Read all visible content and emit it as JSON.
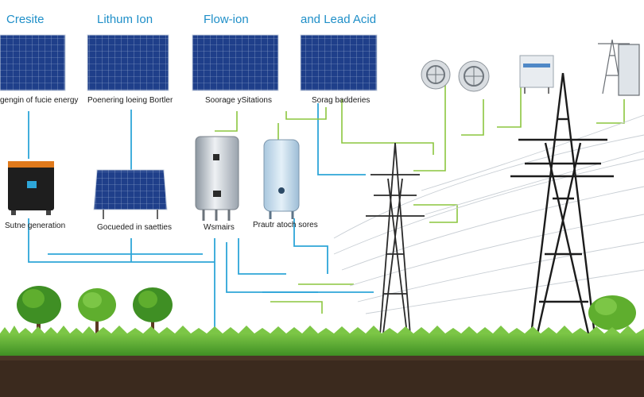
{
  "headings": [
    "Cresite",
    "Lithum Ion",
    "Flow-ion",
    "and Lead Acid"
  ],
  "panel_labels": [
    "gengin of fucie energy",
    "Poenering loeing Bortler",
    "Soorage ySitations",
    "Sorag badderies"
  ],
  "device_labels": [
    "Sutne generation",
    "Gocueded in saetties",
    "Wsmairs",
    "Prautr atoch sores"
  ],
  "colors": {
    "heading": "#1f8fc8",
    "blue_line": "#2ea6d8",
    "green_line": "#8cc63f",
    "grass": "#5fae2e",
    "soil": "#3b2a1e",
    "solar_cell": "#1f3f8a"
  },
  "icons": [
    "solar-panel-icon",
    "battery-icon",
    "water-tank-icon",
    "transmission-tower-icon",
    "tree-icon",
    "fan-icon"
  ]
}
